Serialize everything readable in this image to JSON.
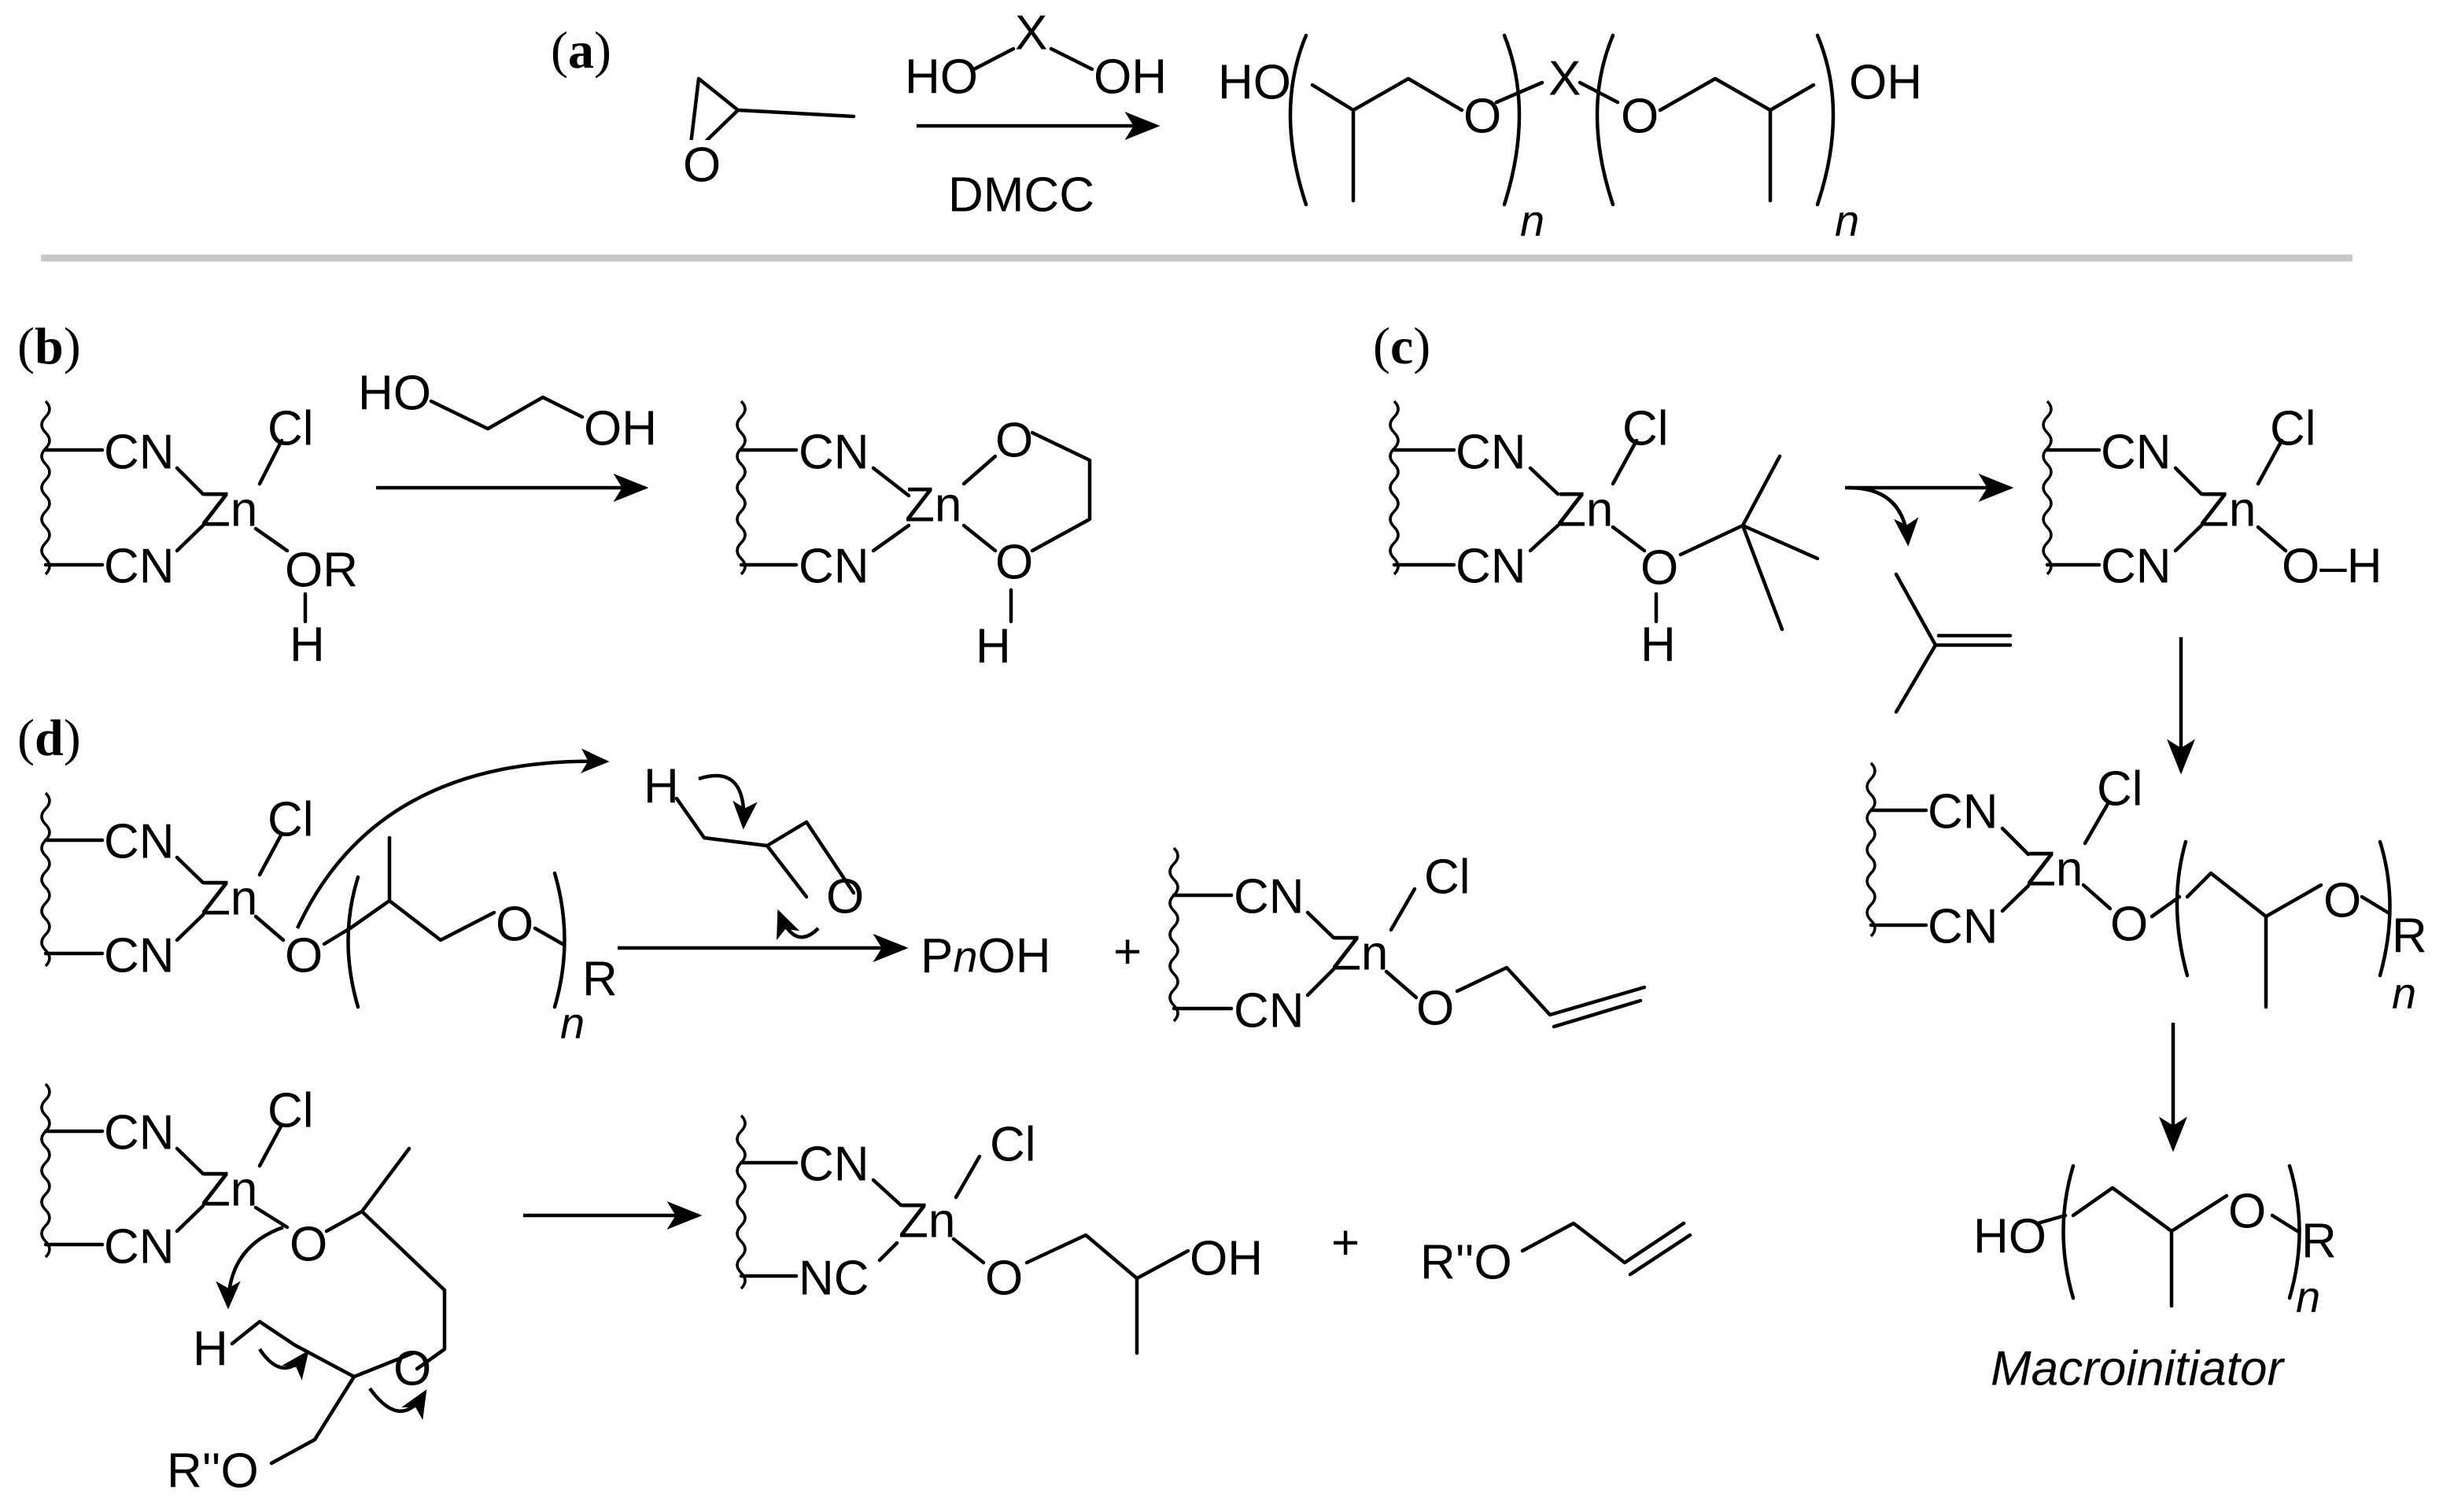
{
  "panels": {
    "a": {
      "label": "a",
      "ring_o": "O",
      "reagent_x": "X",
      "reagent_ho": "HO",
      "reagent_oh": "OH",
      "catalyst": "DMCC",
      "prod_ho": "HO",
      "prod_o1": "O",
      "prod_x": "X",
      "prod_o2": "O",
      "prod_oh": "OH",
      "sub_n1": "n",
      "sub_n2": "n"
    },
    "b": {
      "label": "b",
      "cn1": "CN",
      "cn2": "CN",
      "zn": "Zn",
      "cl": "Cl",
      "or": "OR",
      "h": "H",
      "reagent_ho": "HO",
      "reagent_oh": "OH",
      "p_cn1": "CN",
      "p_cn2": "CN",
      "p_zn": "Zn",
      "p_o1": "O",
      "p_o2": "O",
      "p_h": "H"
    },
    "c": {
      "label": "c",
      "cn1": "CN",
      "cn2": "CN",
      "zn": "Zn",
      "cl": "Cl",
      "o": "O",
      "h": "H",
      "p_cn1": "CN",
      "p_cn2": "CN",
      "p_zn": "Zn",
      "p_cl": "Cl",
      "p_oh": "O–H",
      "m_cn1": "CN",
      "m_cn2": "CN",
      "m_zn": "Zn",
      "m_cl": "Cl",
      "m_o1": "O",
      "m_o2": "O",
      "m_r": "R",
      "m_n": "n",
      "f_ho": "HO",
      "f_o": "O",
      "f_r": "R",
      "f_n": "n",
      "macroinitiator": "Macroinitiator"
    },
    "d": {
      "label": "d",
      "cn1": "CN",
      "cn2": "CN",
      "zn": "Zn",
      "cl": "Cl",
      "o1": "O",
      "o2": "O",
      "r": "R",
      "n": "n",
      "epox_h": "H",
      "epox_o": "O",
      "pnoh_p": "P",
      "pnoh_n": "n",
      "pnoh_oh": "OH",
      "plus1": "+",
      "q_cn1": "CN",
      "q_cn2": "CN",
      "q_zn": "Zn",
      "q_cl": "Cl",
      "q_o": "O",
      "b_cn1": "CN",
      "b_cn2": "CN",
      "b_zn": "Zn",
      "b_cl": "Cl",
      "b_o1": "O",
      "b_h": "H",
      "b_o2": "O",
      "b_r2o": "R''O",
      "bp_cn": "CN",
      "bp_nc": "NC",
      "bp_zn": "Zn",
      "bp_cl": "Cl",
      "bp_o": "O",
      "bp_oh": "OH",
      "plus2": "+",
      "allyl_r2o": "R''O"
    }
  }
}
